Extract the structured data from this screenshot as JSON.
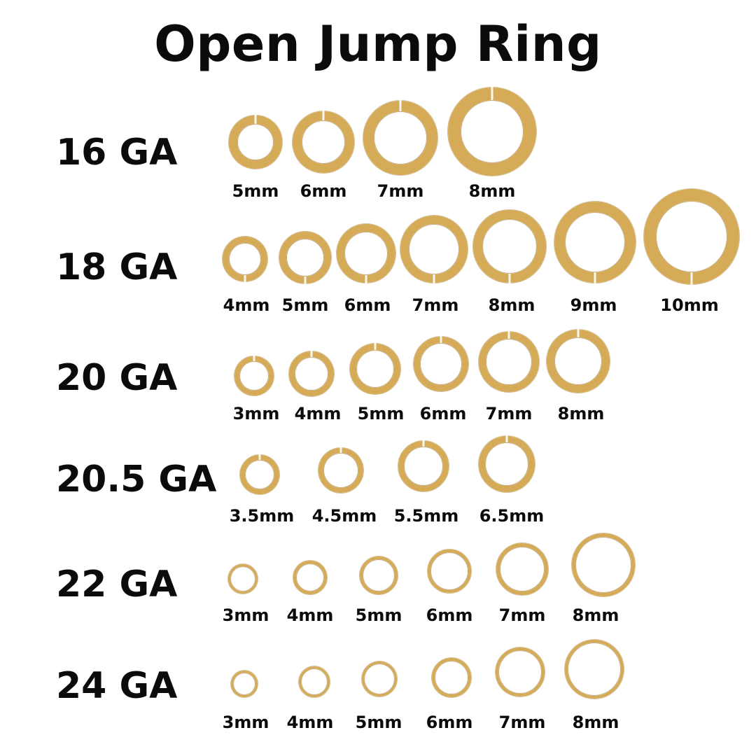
{
  "title": "Open Jump Ring",
  "ring_color": "#d5ab58",
  "rows": [
    {
      "gauge": "16 GA",
      "sizes": [
        "5mm",
        "6mm",
        "7mm",
        "8mm"
      ]
    },
    {
      "gauge": "18 GA",
      "sizes": [
        "4mm",
        "5mm",
        "6mm",
        "7mm",
        "8mm",
        "9mm",
        "10mm"
      ]
    },
    {
      "gauge": "20 GA",
      "sizes": [
        "3mm",
        "4mm",
        "5mm",
        "6mm",
        "7mm",
        "8mm"
      ]
    },
    {
      "gauge": "20.5 GA",
      "sizes": [
        "3.5mm",
        "4.5mm",
        "5.5mm",
        "6.5mm"
      ]
    },
    {
      "gauge": "22 GA",
      "sizes": [
        "3mm",
        "4mm",
        "5mm",
        "6mm",
        "7mm",
        "8mm"
      ]
    },
    {
      "gauge": "24 GA",
      "sizes": [
        "3mm",
        "4mm",
        "5mm",
        "6mm",
        "7mm",
        "8mm"
      ]
    }
  ]
}
